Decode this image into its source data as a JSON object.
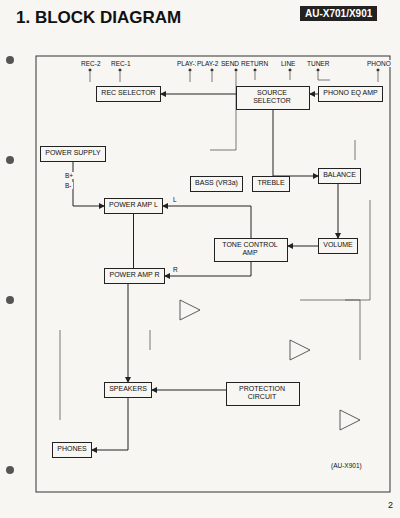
{
  "diagram": {
    "title": "1. BLOCK DIAGRAM",
    "nodes": [
      {
        "text": [
          "PHONO EQ AMP"
        ]
      },
      {
        "text": [
          "SOURCE SELECTOR"
        ]
      },
      {
        "text": [
          "REC SELECTOR"
        ]
      },
      {
        "text": [
          "BALANCE"
        ]
      },
      {
        "text": [
          "VOLUME"
        ]
      },
      {
        "text": [
          "TONE CONTROL AMP"
        ]
      },
      {
        "text": [
          "BASS (VR3a)"
        ]
      },
      {
        "text": [
          "TREBLE"
        ]
      },
      {
        "text": [
          "POWER AMP L"
        ]
      },
      {
        "text": [
          "POWER AMP R"
        ]
      },
      {
        "text": [
          "PROTECTION CIRCUIT"
        ]
      },
      {
        "text": [
          "SPEAKERS"
        ]
      },
      {
        "text": [
          "POWER SUPPLY"
        ]
      },
      {
        "text": [
          "PHONES"
        ]
      }
    ],
    "edges": [
      {
        "from": 0,
        "to": 1,
        "arrow": "to"
      },
      {
        "from": 1,
        "to": 2,
        "arrow": "to"
      },
      {
        "from": 1,
        "to": 3,
        "arrow": "to"
      },
      {
        "from": 3,
        "to": 4,
        "arrow": "to"
      },
      {
        "from": 4,
        "to": 5,
        "arrow": "to"
      },
      {
        "from": 5,
        "to": 8,
        "arrow": "to"
      },
      {
        "from": 5,
        "to": 9,
        "arrow": "to"
      },
      {
        "from": 8,
        "to": 9,
        "arrow": "none"
      },
      {
        "from": 9,
        "to": 11,
        "arrow": "to"
      },
      {
        "from": 10,
        "to": 11,
        "arrow": "to"
      },
      {
        "from": 11,
        "to": 13,
        "arrow": "to"
      },
      {
        "from": 12,
        "to": 8,
        "arrow": "to"
      }
    ],
    "labels": [
      "AU-X701/X901",
      "2",
      "PHONO",
      "TUNER",
      "LINE",
      "RETURN",
      "SEND",
      "PLAY-1",
      "PLAY-2",
      "REC-1",
      "REC-2",
      "L",
      "R",
      "B+",
      "B-",
      "(AU-X901)"
    ]
  }
}
